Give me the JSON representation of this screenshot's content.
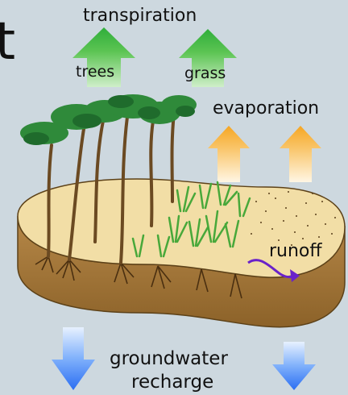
{
  "labels": {
    "transpiration": "transpiration",
    "trees": "trees",
    "grass": "grass",
    "evaporation": "evaporation",
    "runoff": "runoff",
    "groundwater": "groundwater",
    "recharge": "recharge",
    "cut_off_letter": "t"
  },
  "colors": {
    "background": "#cdd8df",
    "transpiration_arrow": "#2fae3a",
    "evaporation_arrow": "#f6a623",
    "recharge_arrow": "#2b6ef2",
    "runoff_arrow": "#6a22c9",
    "soil_top": "#f2dea6",
    "soil_side": "#a87a3c"
  }
}
